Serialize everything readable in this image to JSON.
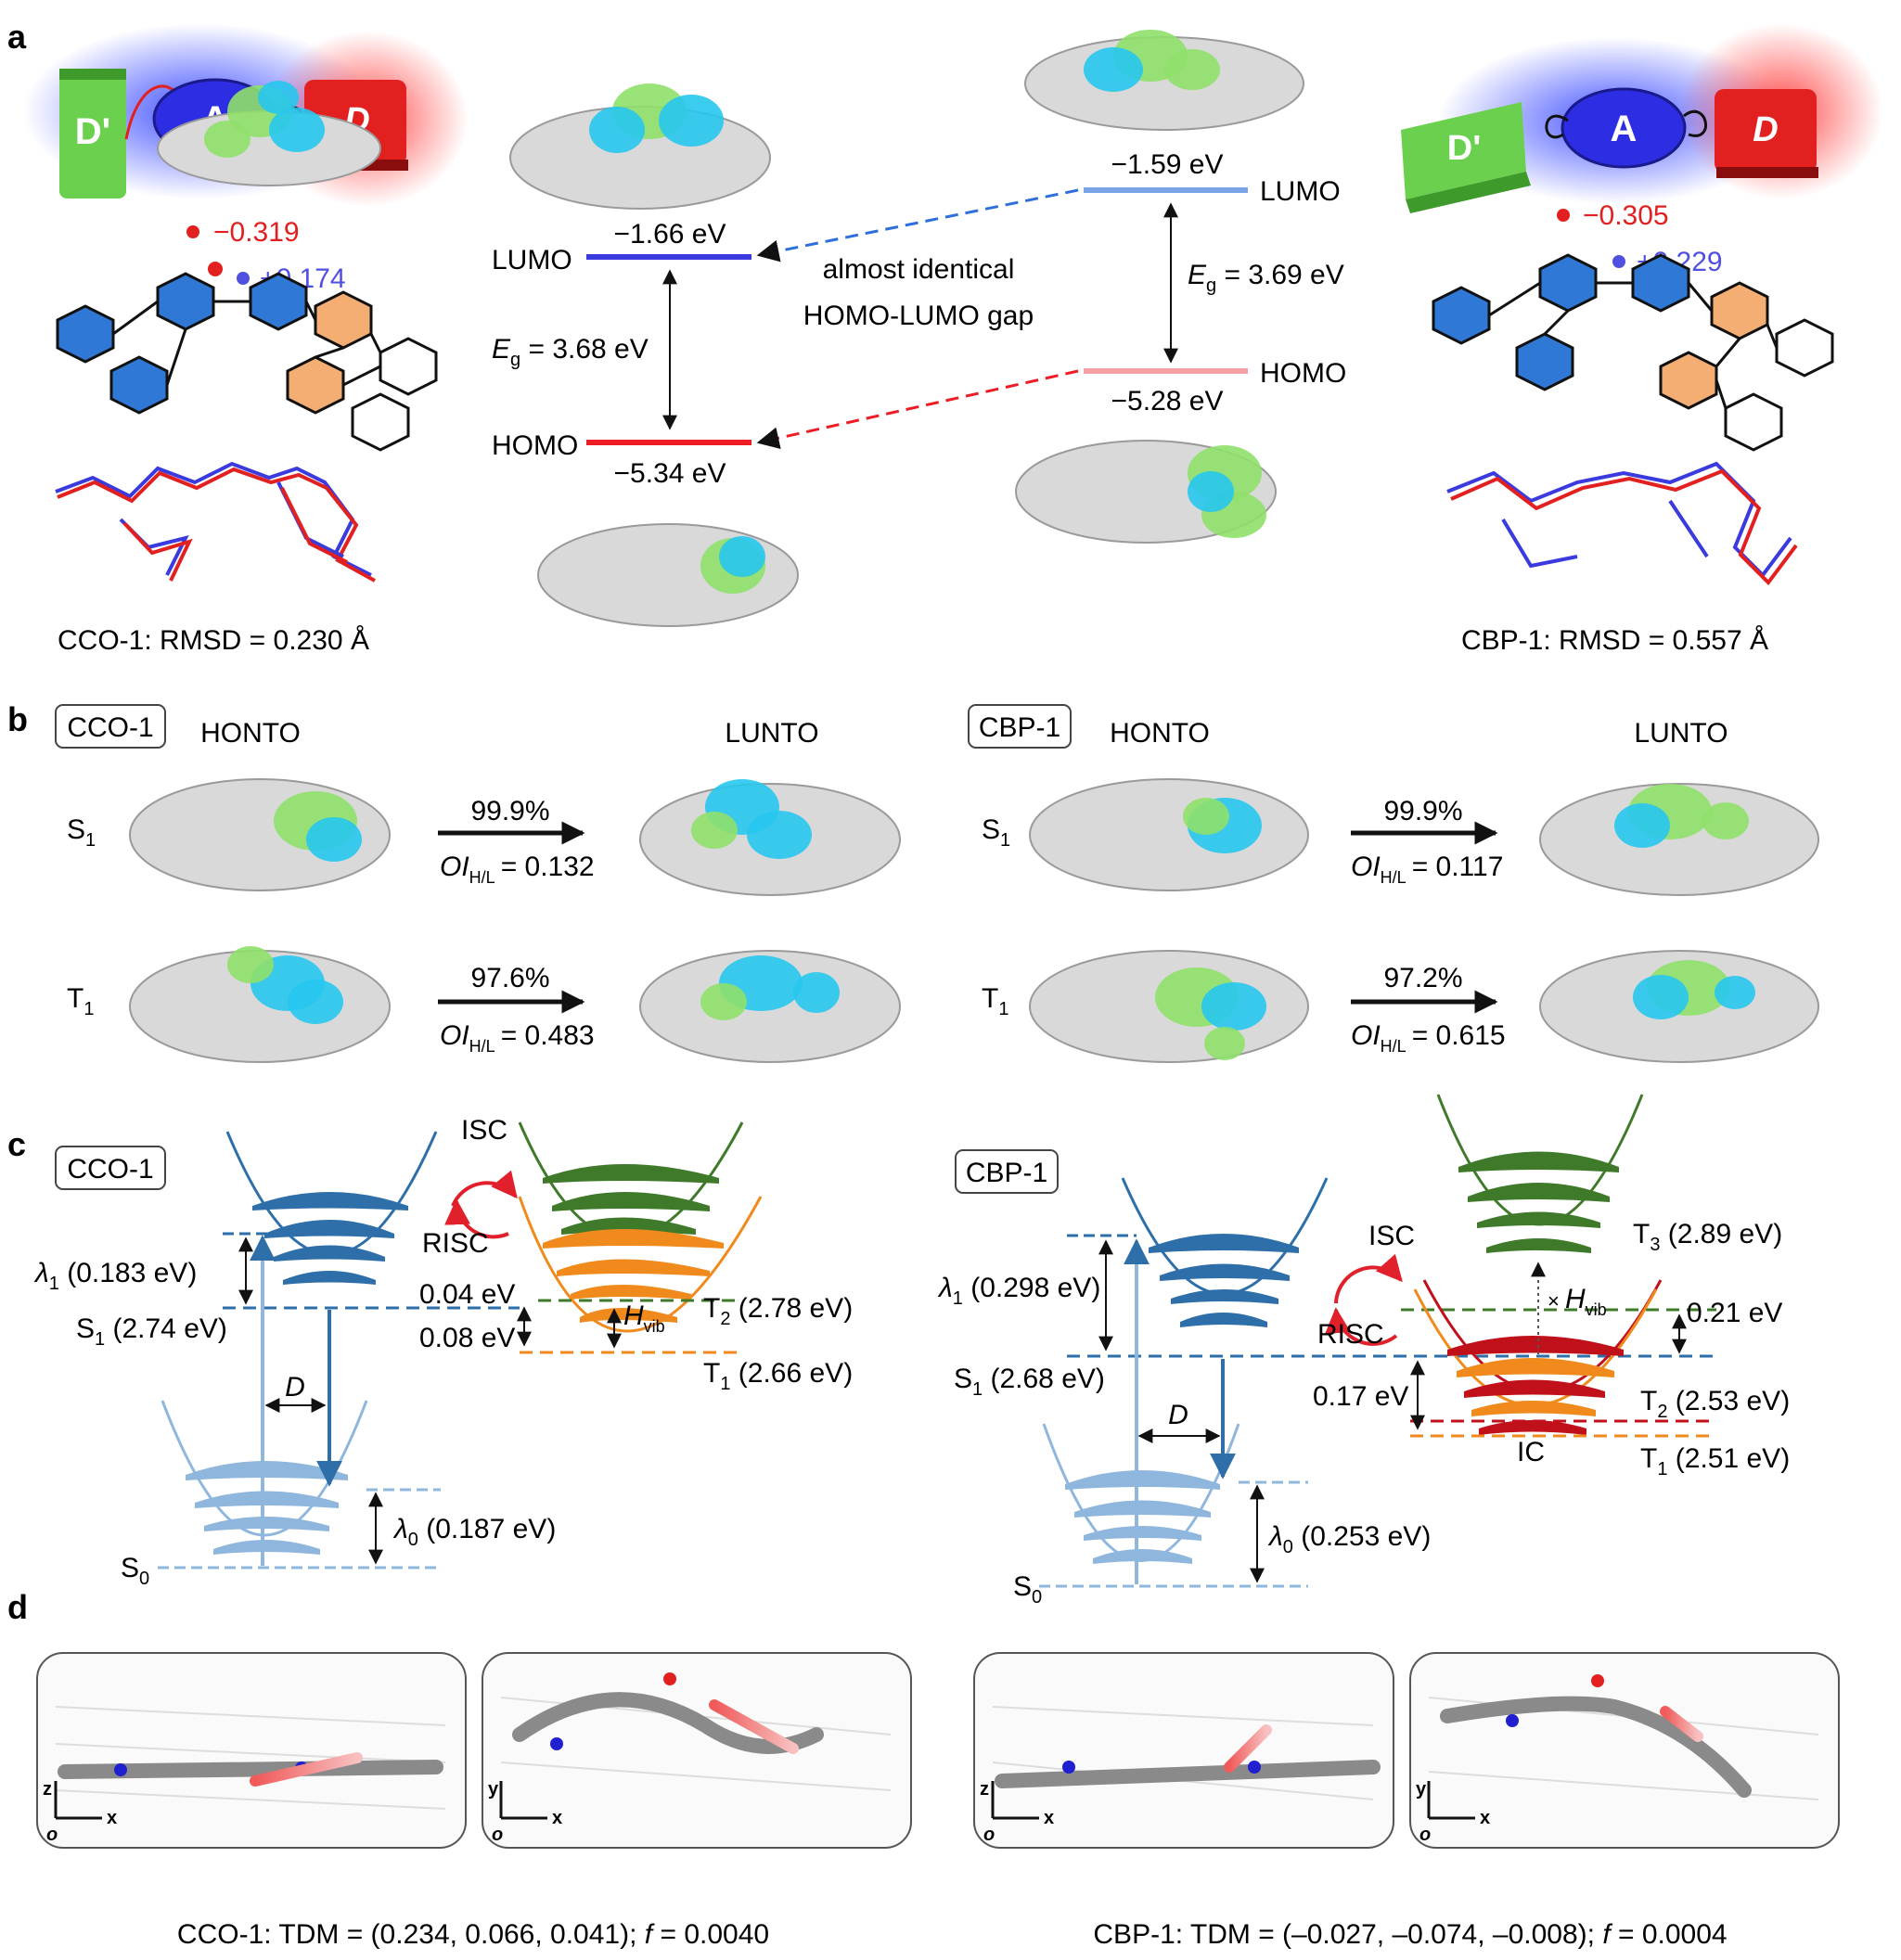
{
  "panel_labels": [
    "a",
    "b",
    "c",
    "d"
  ],
  "colors": {
    "homo": "#ee1c25",
    "lumo": "#3a3adf",
    "blue_curve": "#2e6fa9",
    "light_blue": "#8fb6dc",
    "green_curve": "#3f7a2a",
    "orange_curve": "#f08a1c",
    "red_state": "#c0111b",
    "acceptor": "#2d2de3",
    "donor": "#e32020",
    "donor2": "#6ad04d",
    "isosurf_green": "#8fe06a",
    "isosurf_blue": "#27c6ee"
  },
  "panel_a": {
    "left": {
      "blocks": {
        "donor_prime": "D'",
        "acceptor": "A",
        "donor": "D"
      },
      "charge_o": "−0.319",
      "charge_c": "+0.174",
      "rmsd": "CCO-1: RMSD = 0.230 Å"
    },
    "right": {
      "blocks": {
        "donor_prime": "D'",
        "acceptor": "A",
        "donor": "D"
      },
      "charge_o": "−0.305",
      "charge_c": "+0.229",
      "rmsd": "CBP-1: RMSD = 0.557 Å"
    },
    "energy_left": {
      "lumo_label": "LUMO",
      "homo_label": "HOMO",
      "lumo_value": "−1.66 eV",
      "homo_value": "−5.34 eV",
      "gap_sym": "E",
      "gap_sub": "g",
      "gap_value": " = 3.68 eV"
    },
    "energy_right": {
      "lumo_label": "LUMO",
      "homo_label": "HOMO",
      "lumo_value": "−1.59 eV",
      "homo_value": "−5.28 eV",
      "gap_sym": "E",
      "gap_sub": "g",
      "gap_value": " = 3.69 eV"
    },
    "center_note": [
      "almost identical",
      "HOMO-LUMO gap"
    ]
  },
  "panel_b": {
    "cco": {
      "name": "CCO-1",
      "honto": "HONTO",
      "lunto": "LUNTO",
      "s1": {
        "state": "S",
        "sub": "1",
        "percent": "99.9%",
        "oi": "= 0.132"
      },
      "t1": {
        "state": "T",
        "sub": "1",
        "percent": "97.6%",
        "oi": "= 0.483"
      }
    },
    "cbp": {
      "name": "CBP-1",
      "honto": "HONTO",
      "lunto": "LUNTO",
      "s1": {
        "state": "S",
        "sub": "1",
        "percent": "99.9%",
        "oi": "= 0.117"
      },
      "t1": {
        "state": "T",
        "sub": "1",
        "percent": "97.2%",
        "oi": "= 0.615"
      }
    },
    "oi_sym": "OI",
    "oi_sub": "H/L"
  },
  "panel_c": {
    "cco": {
      "name": "CCO-1",
      "isc": "ISC",
      "risc": "RISC",
      "lambda1": " (0.183 eV)",
      "lambda0": " (0.187 eV)",
      "s1": " (2.74 eV)",
      "t2": " (2.78 eV)",
      "t1": " (2.66 eV)",
      "gap1": "0.04 eV",
      "gap2": "0.08 eV",
      "d": "D",
      "s0": "S"
    },
    "cbp": {
      "name": "CBP-1",
      "isc": "ISC",
      "risc": "RISC",
      "lambda1": " (0.298 eV)",
      "lambda0": " (0.253 eV)",
      "s1": " (2.68 eV)",
      "t3": " (2.89 eV)",
      "t2": " (2.53 eV)",
      "t1": " (2.51 eV)",
      "gap1": "0.21 eV",
      "gap2": "0.17 eV",
      "ic": "IC",
      "d": "D",
      "s0": "S"
    },
    "hvib": "H",
    "hvib_sub": "vib"
  },
  "panel_d": {
    "cco_caption": "CCO-1: TDM = (0.234, 0.066, 0.041); ",
    "cbp_caption": "CBP-1: TDM = (–0.027, –0.074, –0.008); ",
    "cco_f": " = 0.0040",
    "cbp_f": " = 0.0004",
    "f_sym": "f",
    "axes": {
      "z": "z",
      "y": "y",
      "x": "x",
      "o": "o"
    }
  }
}
